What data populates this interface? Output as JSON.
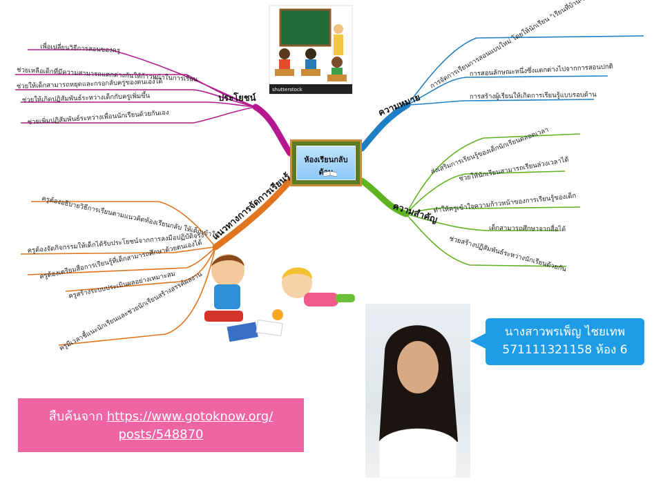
{
  "center": {
    "title": "ห้องเรียนกลับด้าน"
  },
  "branches": {
    "benefit": {
      "title": "ประโยชน์",
      "color": "#b5198f",
      "items": [
        "เพื่อเปลี่ยนวิธีการสอนของครู",
        "ช่วยเหลือเด็กที่มีความสามารถแตกต่างกันให้ก้าวหน้าในการเรียน",
        "ช่วยให้เด็กสามารถหยุดและกรอกลับครูของตนเองได้",
        "ช่วยให้เกิดปฏิสัมพันธ์ระหว่างเด็กกับครูเพิ่มขึ้น",
        "ช่วยเพิ่มปฏิสัมพันธ์ระหว่างเพื่อนนักเรียนด้วยกันเอง"
      ]
    },
    "meaning": {
      "title": "ความหมาย",
      "color": "#1f7fc4",
      "items": [
        "การจัดการเรียนการสอนแบบใหม่ โดยให้นักเรียน \"เรียนที่บ้าน-ทำการบ้านที่โรงเรียน\"",
        "การสอนลักษณะหนึ่งซึ่งแตกต่างไปจากการสอนปกติ",
        "การสร้างผู้เรียนให้เกิดการเรียนรู้แบบรอบด้าน"
      ]
    },
    "importance": {
      "title": "ความสำคัญ",
      "color": "#5fb31f",
      "items": [
        "ส่งเสริมการเรียนรู้ของเด็กนักเรียนตลอดเวลา",
        "ช่วยให้นักเรียนสามารถเรียนล่วงเวลาได้",
        "ทำให้ครูเข้าใจความก้าวหน้าของการเรียนรู้ของเด็ก",
        "เด็กสามารถศึกษาจากสื่อได้",
        "ช่วยสร้างปฏิสัมพันธ์ระหว่างนักเรียนด้วยกัน"
      ]
    },
    "approach": {
      "title": "แนวทางการจัดการเรียนรู้",
      "color": "#e0741f",
      "items": [
        "ครูต้องอธิบายวิธีการเรียนตามแนวคิดห้องเรียนกลับ ให้เด็กเข้าใจ",
        "ครูต้องจัดกิจกรรมให้เด็กได้รับประโยชน์จากการลงมือปฏิบัติจริง",
        "ครูต้องเตรียมสื่อการเรียนรู้ที่เด็กสามารถศึกษาด้วยตนเองได้",
        "ครูสร้างระบบประเมินผลอย่างเหมาะสม",
        "ครูมีเวลาชี้แนะนักเรียนและช่วยนักเรียนสร้างสรรค์ผลงาน"
      ]
    }
  },
  "classroom_image": {
    "watermark": "shutterstock"
  },
  "source": {
    "prefix": "สืบค้นจาก",
    "url_line1": "https://www.gotoknow.org/",
    "url_line2": "posts/548870"
  },
  "author": {
    "name": "นางสาวพรเพ็ญ ไชยเทพ",
    "id_room": "571111321158 ห้อง 6"
  }
}
